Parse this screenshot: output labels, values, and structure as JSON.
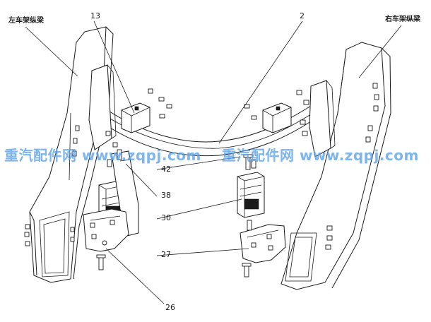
{
  "labels": {
    "left_frame_rail": "左车架纵梁",
    "right_frame_rail": "右车架纵梁"
  },
  "callouts": [
    "13",
    "2",
    "42",
    "38",
    "30",
    "27",
    "26"
  ],
  "watermark": {
    "left": "重汽配件网 www.zqpj.com",
    "right": "重汽配件网 www.zqpj.com"
  },
  "colors": {
    "line": "#1a1a1a",
    "background": "#ffffff",
    "watermark": "#5aa0eb"
  }
}
